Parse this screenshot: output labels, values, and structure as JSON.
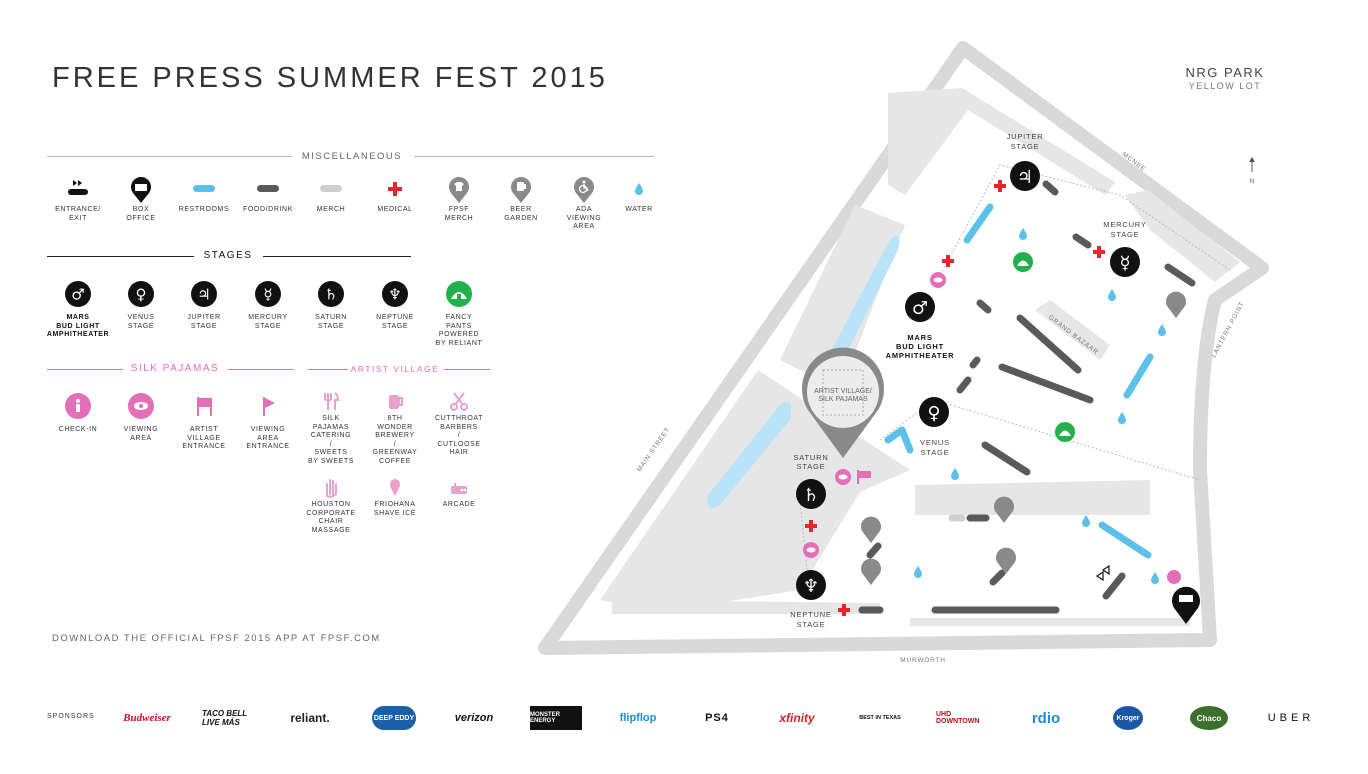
{
  "header": {
    "title": "FREE PRESS SUMMER FEST 2015",
    "park_name": "NRG PARK",
    "park_lot": "YELLOW LOT"
  },
  "legend": {
    "misc_heading": "MISCELLANEOUS",
    "misc_items": [
      {
        "label": "ENTRANCE/\nEXIT",
        "icon": "entrance-exit-icon"
      },
      {
        "label": "BOX\nOFFICE",
        "icon": "box-office-icon"
      },
      {
        "label": "RESTROOMS",
        "icon": "restroom-icon"
      },
      {
        "label": "FOOD/DRINK",
        "icon": "food-drink-icon"
      },
      {
        "label": "MERCH",
        "icon": "merch-icon"
      },
      {
        "label": "MEDICAL",
        "icon": "medical-icon"
      },
      {
        "label": "FPSF\nMERCH",
        "icon": "fpsf-merch-icon"
      },
      {
        "label": "BEER\nGARDEN",
        "icon": "beer-garden-icon"
      },
      {
        "label": "ADA\nVIEWING\nAREA",
        "icon": "ada-icon"
      },
      {
        "label": "WATER",
        "icon": "water-icon"
      }
    ],
    "stages_heading": "STAGES",
    "stage_items": [
      {
        "label": "MARS\nBUD LIGHT\nAMPHITHEATER",
        "symbol": "♂"
      },
      {
        "label": "VENUS\nSTAGE",
        "symbol": "♀"
      },
      {
        "label": "JUPITER\nSTAGE",
        "symbol": "♃"
      },
      {
        "label": "MERCURY\nSTAGE",
        "symbol": "☿"
      },
      {
        "label": "SATURN\nSTAGE",
        "symbol": "♄"
      },
      {
        "label": "NEPTUNE\nSTAGE",
        "symbol": "♆"
      },
      {
        "label": "FANCY\nPANTS\nPOWERED\nBY RELIANT",
        "icon": "fancy-pants-tent-icon"
      }
    ],
    "silk_heading": "SILK PAJAMAS",
    "silk_items": [
      {
        "label": "CHECK-IN",
        "icon": "check-in-icon"
      },
      {
        "label": "VIEWING\nAREA",
        "icon": "viewing-area-icon"
      },
      {
        "label": "ARTIST\nVILLAGE\nENTRANCE",
        "icon": "artist-village-entrance-icon"
      },
      {
        "label": "VIEWING\nAREA\nENTRANCE",
        "icon": "viewing-area-entrance-icon"
      }
    ],
    "artist_heading": "ARTIST VILLAGE",
    "artist_items": [
      {
        "label": "SILK\nPAJAMAS\nCATERING\n/\nSWEETS\nBY SWEETS",
        "icon": "catering-icon"
      },
      {
        "label": "8TH\nWONDER\nBREWERY\n/\nGREENWAY\nCOFFEE",
        "icon": "brewery-icon"
      },
      {
        "label": "CUTTHROAT\nBARBERS\n/\nCUTLOOSE\nHAIR",
        "icon": "scissors-icon"
      },
      {
        "label": "HOUSTON\nCORPORATE\nCHAIR\nMASSAGE",
        "icon": "massage-hand-icon"
      },
      {
        "label": "FRIOHANA\nSHAVE ICE",
        "icon": "shave-ice-icon"
      },
      {
        "label": "ARCADE",
        "icon": "arcade-icon"
      }
    ]
  },
  "map": {
    "labels": {
      "jupiter": "JUPITER\nSTAGE",
      "mercury": "MERCURY\nSTAGE",
      "mars": "MARS\nBUD LIGHT\nAMPHITHEATER",
      "venus": "VENUS\nSTAGE",
      "saturn": "SATURN\nSTAGE",
      "neptune": "NEPTUNE\nSTAGE",
      "artist_village": "ARTIST VILLAGE/\nSILK PAJAMAS",
      "grand_bazaar": "GRAND BAZAAR",
      "main_street": "MAIN STREET",
      "mcnee": "MCNEE",
      "lantern_point": "LANTERN POINT",
      "murworth": "MURWORTH",
      "north": "N"
    }
  },
  "footer": {
    "download": "DOWNLOAD THE OFFICIAL FPSF 2015 APP AT FPSF.COM",
    "sponsors_label": "SPONSORS",
    "sponsors": [
      "Budweiser",
      "TACO BELL LIVE MÁS",
      "reliant.",
      "DEEP EDDY",
      "verizon",
      "MONSTER ENERGY",
      "flipflop",
      "PS4",
      "xfinity",
      "BEST IN TEXAS",
      "UHD DOWNTOWN",
      "rdio",
      "Kroger",
      "Chaco",
      "UBER"
    ]
  },
  "colors": {
    "restroom": "#5bc1ea",
    "food": "#5a5a5a",
    "merch": "#cfcfcf",
    "medical": "#e8262a",
    "pink": "#e36fb9",
    "green": "#22b24c",
    "stage": "#111111",
    "road": "#d9d9d9"
  }
}
